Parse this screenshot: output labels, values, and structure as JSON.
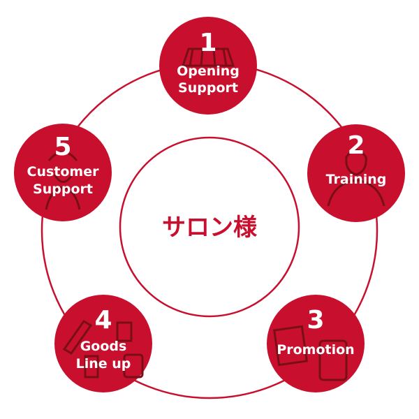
{
  "colors": {
    "accent": "#c8102e",
    "ring": "#c8102e",
    "text": "#ffffff",
    "icon": "#7a0e17"
  },
  "center": {
    "label": "サロン様"
  },
  "nodes": [
    {
      "number": "1",
      "lines": [
        "Opening",
        "Support"
      ],
      "icon": "shop-icon"
    },
    {
      "number": "2",
      "lines": [
        "Training"
      ],
      "icon": "person-icon"
    },
    {
      "number": "3",
      "lines": [
        "Promotion"
      ],
      "icon": "tablet-flyer-icon"
    },
    {
      "number": "4",
      "lines": [
        "Goods",
        "Line up"
      ],
      "icon": "cosmetics-icon"
    },
    {
      "number": "5",
      "lines": [
        "Customer",
        "Support"
      ],
      "icon": "headset-icon"
    }
  ]
}
